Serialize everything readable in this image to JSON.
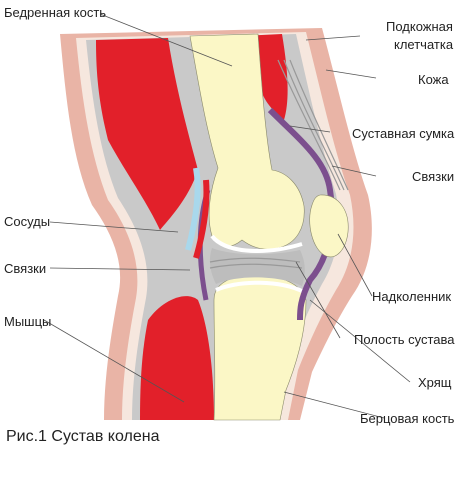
{
  "diagram": {
    "caption": "Рис.1  Сустав колена",
    "labels": {
      "femur": "Бедренная кость",
      "subcutaneous_line1": "Подкожная",
      "subcutaneous_line2": "клетчатка",
      "skin": "Кожа",
      "joint_capsule": "Суставная сумка",
      "ligaments_right": "Связки",
      "vessels": "Сосуды",
      "ligaments_left": "Связки",
      "patella": "Надколенник",
      "muscles": "Мышцы",
      "joint_cavity": "Полость сустава",
      "cartilage": "Хрящ",
      "tibia": "Берцовая кость"
    },
    "colors": {
      "skin": "#e9b4a6",
      "subcutaneous": "#f6e7de",
      "muscle": "#e2202a",
      "bone": "#fbf7c6",
      "tissue": "#c9c9c9",
      "capsule": "#7c4f8e",
      "vessel": "#a9d8ec",
      "leader": "#555555"
    }
  }
}
